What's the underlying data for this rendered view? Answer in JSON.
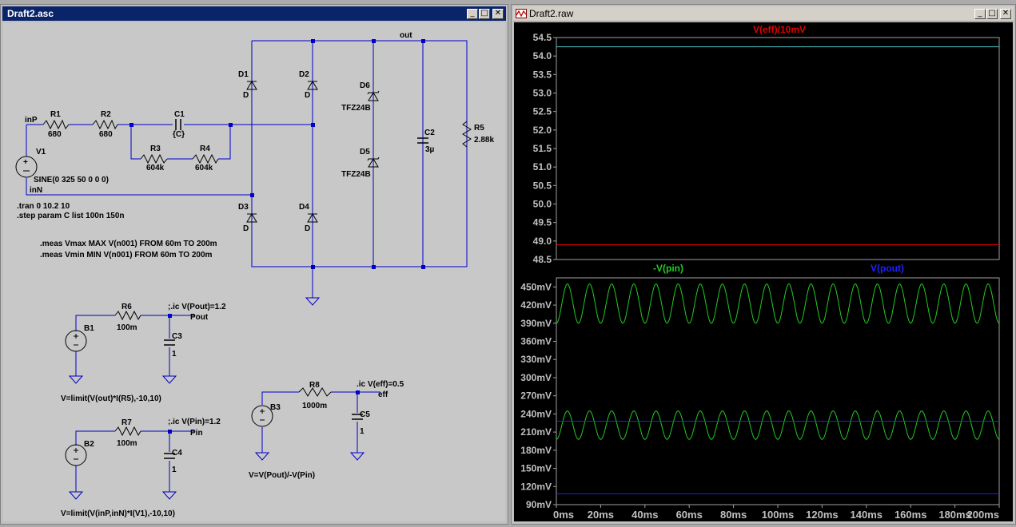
{
  "schematic_window": {
    "title": "Draft2.asc",
    "labels": {
      "out": "out",
      "inP": "inP",
      "inN": "inN",
      "V1": "V1",
      "V1_value": "SINE(0 325 50 0 0 0)",
      "R1": "R1",
      "R1_value": "680",
      "R2": "R2",
      "R2_value": "680",
      "C1": "C1",
      "C1_value": "{C}",
      "R3": "R3",
      "R3_value": "604k",
      "R4": "R4",
      "R4_value": "604k",
      "D1": "D1",
      "D1_value": "D",
      "D2": "D2",
      "D2_value": "D",
      "D3": "D3",
      "D3_value": "D",
      "D4": "D4",
      "D4_value": "D",
      "D6": "D6",
      "D6_value": "TFZ24B",
      "D5": "D5",
      "D5_value": "TFZ24B",
      "C2": "C2",
      "C2_value": "3µ",
      "R5": "R5",
      "R5_value": "2.88k",
      "R6": "R6",
      "R6_value": "100m",
      "B1": "B1",
      "B1_expr": "V=limit(V(out)*I(R5),-10,10)",
      "ic_pout": ";.ic V(Pout)=1.2",
      "Pout": "Pout",
      "C3": "C3",
      "C3_value": "1",
      "R7": "R7",
      "R7_value": "100m",
      "B2": "B2",
      "B2_expr": "V=limit(V(inP,inN)*I(V1),-10,10)",
      "ic_pin": ";.ic V(Pin)=1.2",
      "Pin": "Pin",
      "C4": "C4",
      "C4_value": "1",
      "R8": "R8",
      "R8_value": "1000m",
      "B3": "B3",
      "B3_expr": "V=V(Pout)/-V(Pin)",
      "ic_eff": ".ic V(eff)=0.5",
      "eff": "eff",
      "C5": "C5",
      "C5_value": "1"
    },
    "directives": {
      "tran": ".tran 0 10.2 10",
      "step": ".step param C list 100n 150n",
      "meas_max": ".meas Vmax MAX V(n001) FROM 60m TO 200m",
      "meas_min": ".meas Vmin MIN V(n001) FROM 60m TO 200m"
    }
  },
  "waveform_window": {
    "title": "Draft2.raw"
  },
  "colors": {
    "wire": "#0000c8",
    "trace_red": "#e00000",
    "trace_cyan": "#4cc8c8",
    "trace_green": "#22cc22",
    "trace_blue": "#2020ff"
  },
  "chart_data": [
    {
      "type": "line",
      "title": "V(eff)/10mV",
      "xlabel": "",
      "ylabel": "",
      "ylim": [
        48.5,
        54.5
      ],
      "yticks": [
        "54.5",
        "54.0",
        "53.5",
        "53.0",
        "52.5",
        "52.0",
        "51.5",
        "51.0",
        "50.5",
        "50.0",
        "49.5",
        "49.0",
        "48.5"
      ],
      "xlim_ms": [
        0,
        200
      ],
      "grid": false,
      "series": [
        {
          "name": "V(eff)/10mV",
          "color": "#4cc8c8",
          "x_ms": [
            0,
            200
          ],
          "values": [
            54.25,
            54.25
          ]
        },
        {
          "name": "V(eff)/10mV",
          "color": "#e00000",
          "x_ms": [
            0,
            200
          ],
          "values": [
            48.9,
            48.9
          ]
        }
      ]
    },
    {
      "type": "line",
      "title": "",
      "xlabel": "",
      "ylabel": "",
      "ylim_mV": [
        90,
        465
      ],
      "yticks": [
        "450mV",
        "420mV",
        "390mV",
        "360mV",
        "330mV",
        "300mV",
        "270mV",
        "240mV",
        "210mV",
        "180mV",
        "150mV",
        "120mV",
        "90mV"
      ],
      "xlim_ms": [
        0,
        200
      ],
      "xticks": [
        "0ms",
        "20ms",
        "40ms",
        "60ms",
        "80ms",
        "100ms",
        "120ms",
        "140ms",
        "160ms",
        "180ms",
        "200ms"
      ],
      "grid": false,
      "legend": [
        "-V(pin)",
        "V(pout)"
      ],
      "series": [
        {
          "name": "-V(pin)",
          "color": "#22cc22",
          "frequency_hz": 100,
          "min_mV": 390,
          "max_mV": 455
        },
        {
          "name": "-V(pin)",
          "color": "#22cc22",
          "frequency_hz": 100,
          "min_mV": 198,
          "max_mV": 245
        },
        {
          "name": "V(pout)",
          "color": "#2020ff",
          "x_ms": [
            0,
            200
          ],
          "values_mV": [
            228,
            228
          ]
        },
        {
          "name": "V(pout)",
          "color": "#2020ff",
          "x_ms": [
            0,
            200
          ],
          "values_mV": [
            108,
            108
          ]
        }
      ]
    }
  ]
}
